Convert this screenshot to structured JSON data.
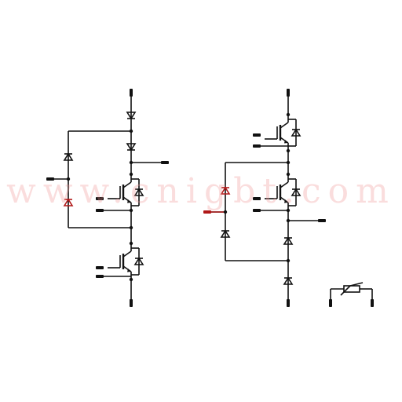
{
  "watermark": "www.cnigbt.com",
  "colors": {
    "wire": "#111111",
    "accent": "#b01818",
    "watermark": "rgba(240,150,150,0.32)",
    "background": "#ffffff"
  },
  "diagram": {
    "circuits": [
      {
        "name": "circuit-left",
        "elements": [
          "igbt-upper",
          "freewheel-diode-upper",
          "igbt-lower",
          "freewheel-diode-lower",
          "series-diode-top",
          "series-diode-mid",
          "clamp-diode-upper",
          "clamp-diode-lower"
        ]
      },
      {
        "name": "circuit-right",
        "elements": [
          "igbt-upper",
          "freewheel-diode-upper",
          "igbt-lower",
          "freewheel-diode-lower",
          "clamp-diode-upper",
          "clamp-diode-lower",
          "series-diode-mid",
          "series-diode-bottom"
        ]
      },
      {
        "name": "ntc-thermistor",
        "elements": [
          "thermistor"
        ]
      }
    ]
  }
}
